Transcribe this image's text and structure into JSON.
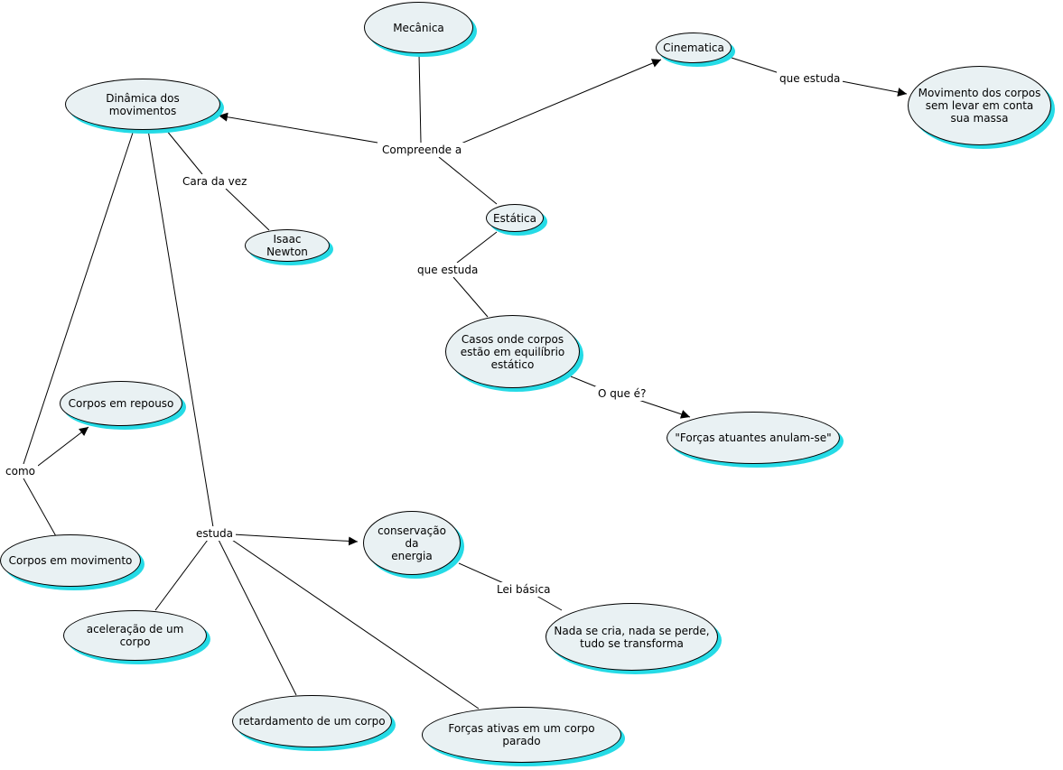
{
  "concepts": {
    "mecanica": "Mecânica",
    "cinematica": "Cinematica",
    "movimento": "Movimento dos corpos\nsem levar em conta\nsua massa",
    "dinamica": "Dinâmica dos movimentos",
    "newton": "Isaac Newton",
    "estatica": "Estática",
    "casos": "Casos onde corpos\nestão em equilíbrio\nestático",
    "forcas_anulam": "\"Forças atuantes anulam-se\"",
    "repouso": "Corpos em repouso",
    "movimento_corpos": "Corpos em movimento",
    "conservacao": "conservação\nda\nenergia",
    "nada": "Nada se cria, nada se perde,\ntudo se transforma",
    "aceleracao": "aceleração de um corpo",
    "retardamento": "retardamento de um corpo",
    "forcas_ativas": "Forças ativas em um corpo parado"
  },
  "linking_phrases": {
    "compreende": "Compreende a",
    "que_estuda_1": "que estuda",
    "cara_da_vez": "Cara da vez",
    "que_estuda_2": "que estuda",
    "o_que_e": "O que é?",
    "como": "como",
    "estuda": "estuda",
    "lei_basica": "Lei básica"
  },
  "colors": {
    "node_fill": "#e9f1f3",
    "node_shadow": "#25dbe6",
    "line": "#000000"
  }
}
